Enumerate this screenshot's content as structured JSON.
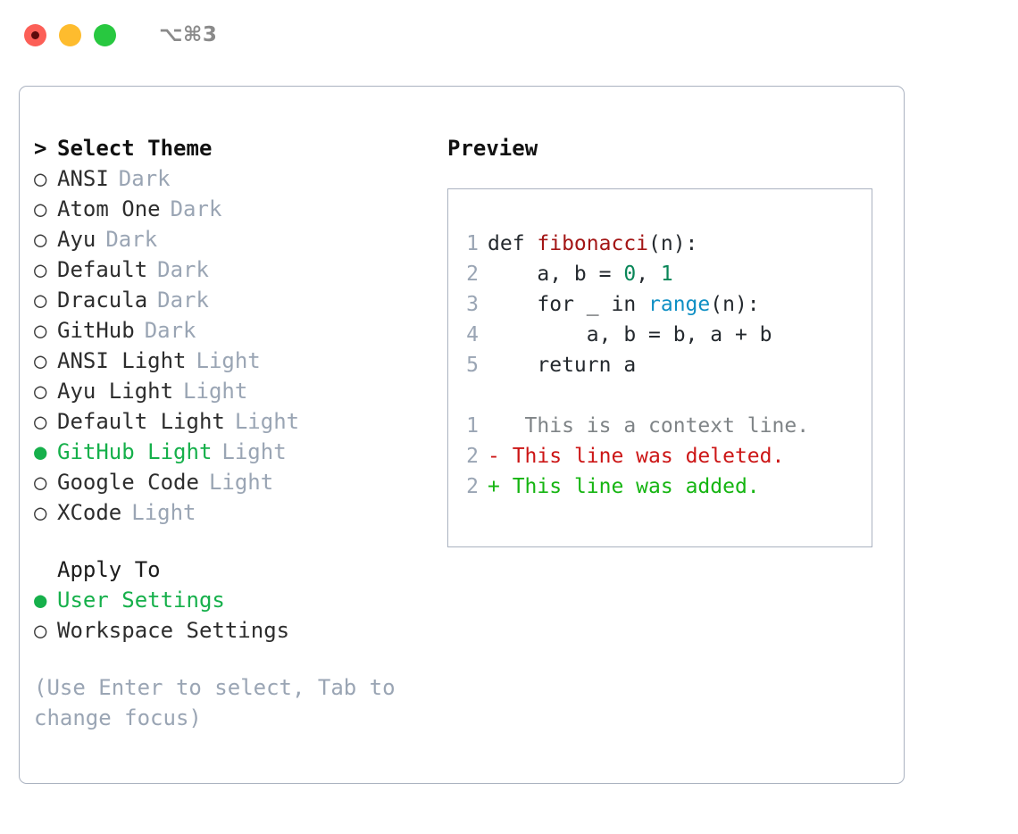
{
  "titlebar": {
    "shortcut": "⌥⌘3",
    "buttons": [
      {
        "name": "close",
        "color": "#fc5f57"
      },
      {
        "name": "minimize",
        "color": "#febc2e"
      },
      {
        "name": "zoom",
        "color": "#28c840"
      }
    ]
  },
  "theme_picker": {
    "heading_marker": ">",
    "heading": "Select Theme",
    "bullet_selected": "●",
    "bullet_unselected": "○",
    "items": [
      {
        "label": "ANSI",
        "tag": "Dark",
        "selected": false
      },
      {
        "label": "Atom One",
        "tag": "Dark",
        "selected": false
      },
      {
        "label": "Ayu",
        "tag": "Dark",
        "selected": false
      },
      {
        "label": "Default",
        "tag": "Dark",
        "selected": false
      },
      {
        "label": "Dracula",
        "tag": "Dark",
        "selected": false
      },
      {
        "label": "GitHub",
        "tag": "Dark",
        "selected": false
      },
      {
        "label": "ANSI Light",
        "tag": "Light",
        "selected": false
      },
      {
        "label": "Ayu Light",
        "tag": "Light",
        "selected": false
      },
      {
        "label": "Default Light",
        "tag": "Light",
        "selected": false
      },
      {
        "label": "GitHub Light",
        "tag": "Light",
        "selected": true
      },
      {
        "label": "Google Code",
        "tag": "Light",
        "selected": false
      },
      {
        "label": "XCode",
        "tag": "Light",
        "selected": false
      }
    ]
  },
  "apply_to": {
    "heading": "Apply To",
    "items": [
      {
        "label": "User Settings",
        "selected": true
      },
      {
        "label": "Workspace Settings",
        "selected": false
      }
    ]
  },
  "hint": "(Use Enter to select, Tab to change focus)",
  "preview": {
    "title": "Preview",
    "code_lines": [
      {
        "no": "1",
        "segments": [
          {
            "text": "def ",
            "style": "tok-kw"
          },
          {
            "text": "fibonacci",
            "style": "tok-fn"
          },
          {
            "text": "(n):",
            "style": "tok-plain"
          }
        ]
      },
      {
        "no": "2",
        "segments": [
          {
            "text": "    a, b = ",
            "style": "tok-plain"
          },
          {
            "text": "0",
            "style": "tok-num"
          },
          {
            "text": ", ",
            "style": "tok-plain"
          },
          {
            "text": "1",
            "style": "tok-num"
          }
        ]
      },
      {
        "no": "3",
        "segments": [
          {
            "text": "    for _ in ",
            "style": "tok-plain"
          },
          {
            "text": "range",
            "style": "tok-builtin"
          },
          {
            "text": "(n):",
            "style": "tok-plain"
          }
        ]
      },
      {
        "no": "4",
        "segments": [
          {
            "text": "        a, b = b, a + b",
            "style": "tok-plain"
          }
        ]
      },
      {
        "no": "5",
        "segments": [
          {
            "text": "    return a",
            "style": "tok-plain"
          }
        ]
      }
    ],
    "diff_lines": [
      {
        "no": "1",
        "marker": " ",
        "text": "  This is a context line.",
        "style": "diff-ctx"
      },
      {
        "no": "2",
        "marker": "-",
        "text": " This line was deleted.",
        "style": "diff-del"
      },
      {
        "no": "2",
        "marker": "+",
        "text": " This line was added.",
        "style": "diff-add"
      }
    ]
  },
  "colors": {
    "accent_green": "#16b04b",
    "muted": "#9aa5b4",
    "border": "#aab2c0",
    "diff_delete": "#cc1616",
    "diff_add": "#16b512",
    "syntax_function": "#a31515",
    "syntax_number": "#098658",
    "syntax_builtin": "#0e8fc4"
  }
}
